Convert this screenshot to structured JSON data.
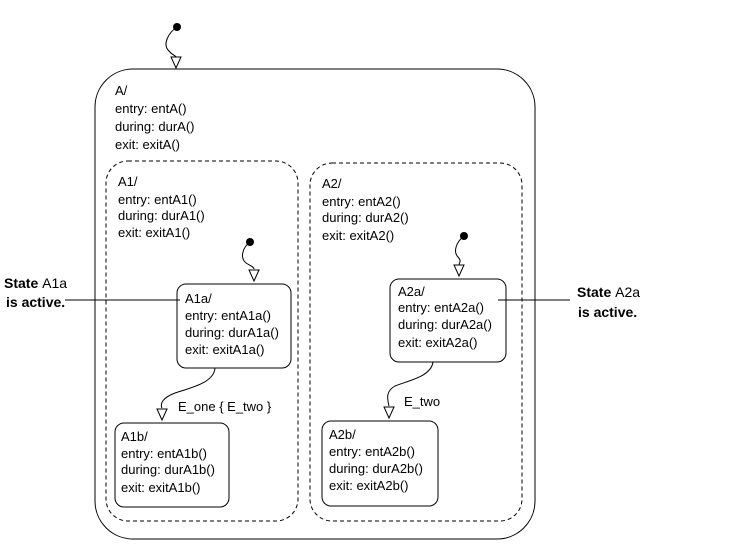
{
  "diagram": {
    "A": {
      "name": "A/",
      "entry": "entry: entA()",
      "during": "during: durA()",
      "exit": "exit: exitA()"
    },
    "A1": {
      "name": "A1/",
      "entry": "entry: entA1()",
      "during": "during: durA1()",
      "exit": "exit: exitA1()"
    },
    "A2": {
      "name": "A2/",
      "entry": "entry: entA2()",
      "during": "during: durA2()",
      "exit": "exit: exitA2()"
    },
    "A1a": {
      "name": "A1a/",
      "entry": "entry: entA1a()",
      "during": "during: durA1a()",
      "exit": "exit: exitA1a()"
    },
    "A1b": {
      "name": "A1b/",
      "entry": "entry: entA1b()",
      "during": "during: durA1b()",
      "exit": "exit: exitA1b()"
    },
    "A2a": {
      "name": "A2a/",
      "entry": "entry: entA2a()",
      "during": "during: durA2a()",
      "exit": "exit: exitA2a()"
    },
    "A2b": {
      "name": "A2b/",
      "entry": "entry: entA2b()",
      "during": "during: durA2b()",
      "exit": "exit: exitA2b()"
    },
    "transitions": {
      "a1a_to_a1b": "E_one { E_two }",
      "a2a_to_a2b": "E_two"
    },
    "callouts": {
      "left": {
        "prefix": "State ",
        "state": "A1a",
        "line2": "is active."
      },
      "right": {
        "prefix": "State ",
        "state": "A2a",
        "line2": "is active."
      }
    }
  }
}
